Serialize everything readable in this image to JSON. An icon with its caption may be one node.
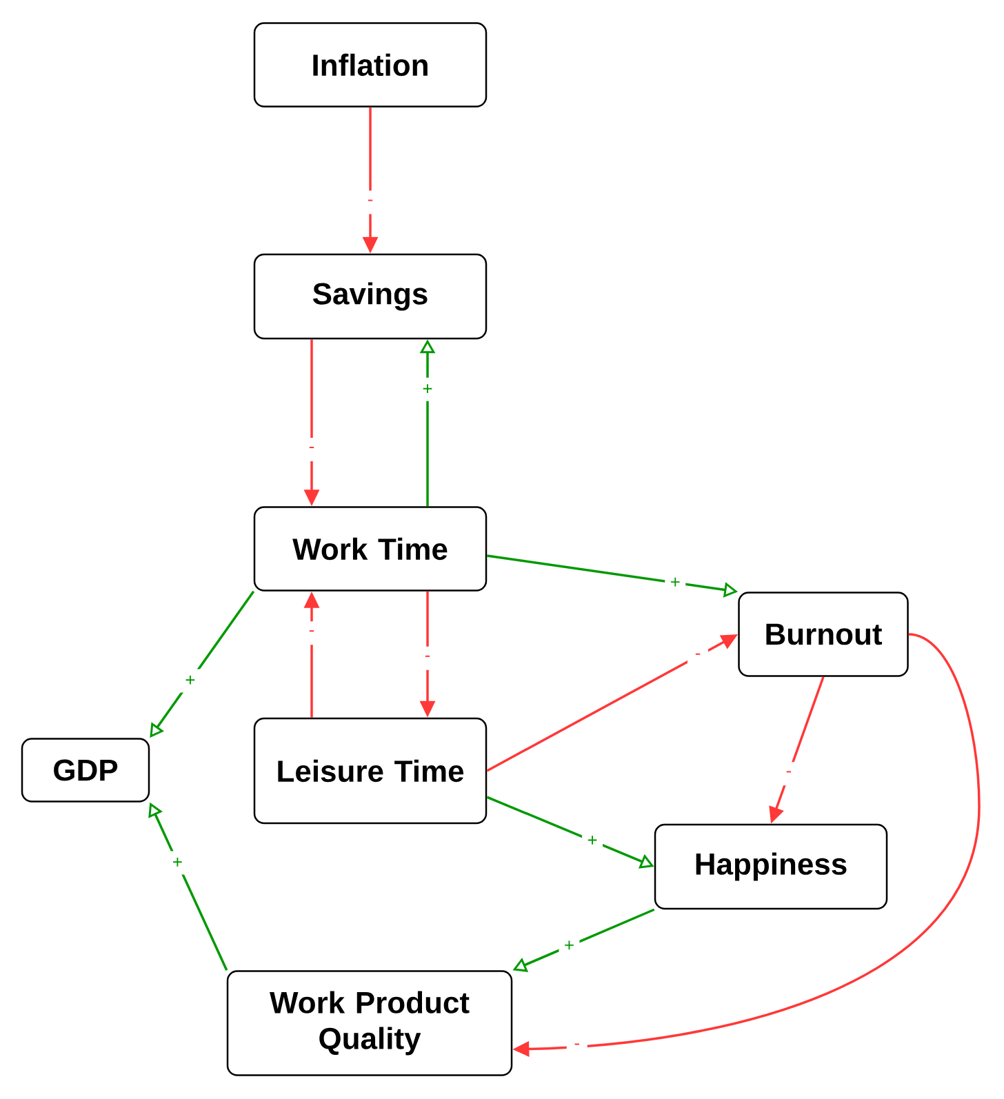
{
  "diagram": {
    "nodes": [
      {
        "text": [
          "Inflation"
        ]
      },
      {
        "text": [
          "Savings"
        ]
      },
      {
        "text": [
          "Work Time"
        ]
      },
      {
        "text": [
          "Burnout"
        ]
      },
      {
        "text": [
          "GDP"
        ]
      },
      {
        "text": [
          "Leisure Time"
        ]
      },
      {
        "text": [
          "Happiness"
        ]
      },
      {
        "text": [
          "Work Product Quality"
        ]
      }
    ],
    "edges": [
      {
        "from": 0,
        "to": 1,
        "arrow": "to",
        "label": "-"
      },
      {
        "from": 1,
        "to": 2,
        "arrow": "to",
        "label": "-"
      },
      {
        "from": 2,
        "to": 1,
        "arrow": "to",
        "label": "+",
        "color": "#009900"
      },
      {
        "from": 2,
        "to": 3,
        "arrow": "to",
        "label": "+",
        "color": "#009900"
      },
      {
        "from": 2,
        "to": 4,
        "arrow": "to",
        "label": "+",
        "color": "#009900"
      },
      {
        "from": 5,
        "to": 2,
        "arrow": "to",
        "label": "-"
      },
      {
        "from": 2,
        "to": 5,
        "arrow": "to",
        "label": "-"
      },
      {
        "from": 5,
        "to": 3,
        "arrow": "to",
        "label": "-"
      },
      {
        "from": 5,
        "to": 6,
        "arrow": "to",
        "label": "+",
        "color": "#009900"
      },
      {
        "from": 3,
        "to": 6,
        "arrow": "to",
        "label": "-"
      },
      {
        "from": 6,
        "to": 7,
        "arrow": "to",
        "label": "+",
        "color": "#009900"
      },
      {
        "from": 7,
        "to": 4,
        "arrow": "to",
        "label": "+",
        "color": "#009900"
      },
      {
        "from": 3,
        "to": 7,
        "arrow": "to",
        "label": "-"
      }
    ]
  }
}
